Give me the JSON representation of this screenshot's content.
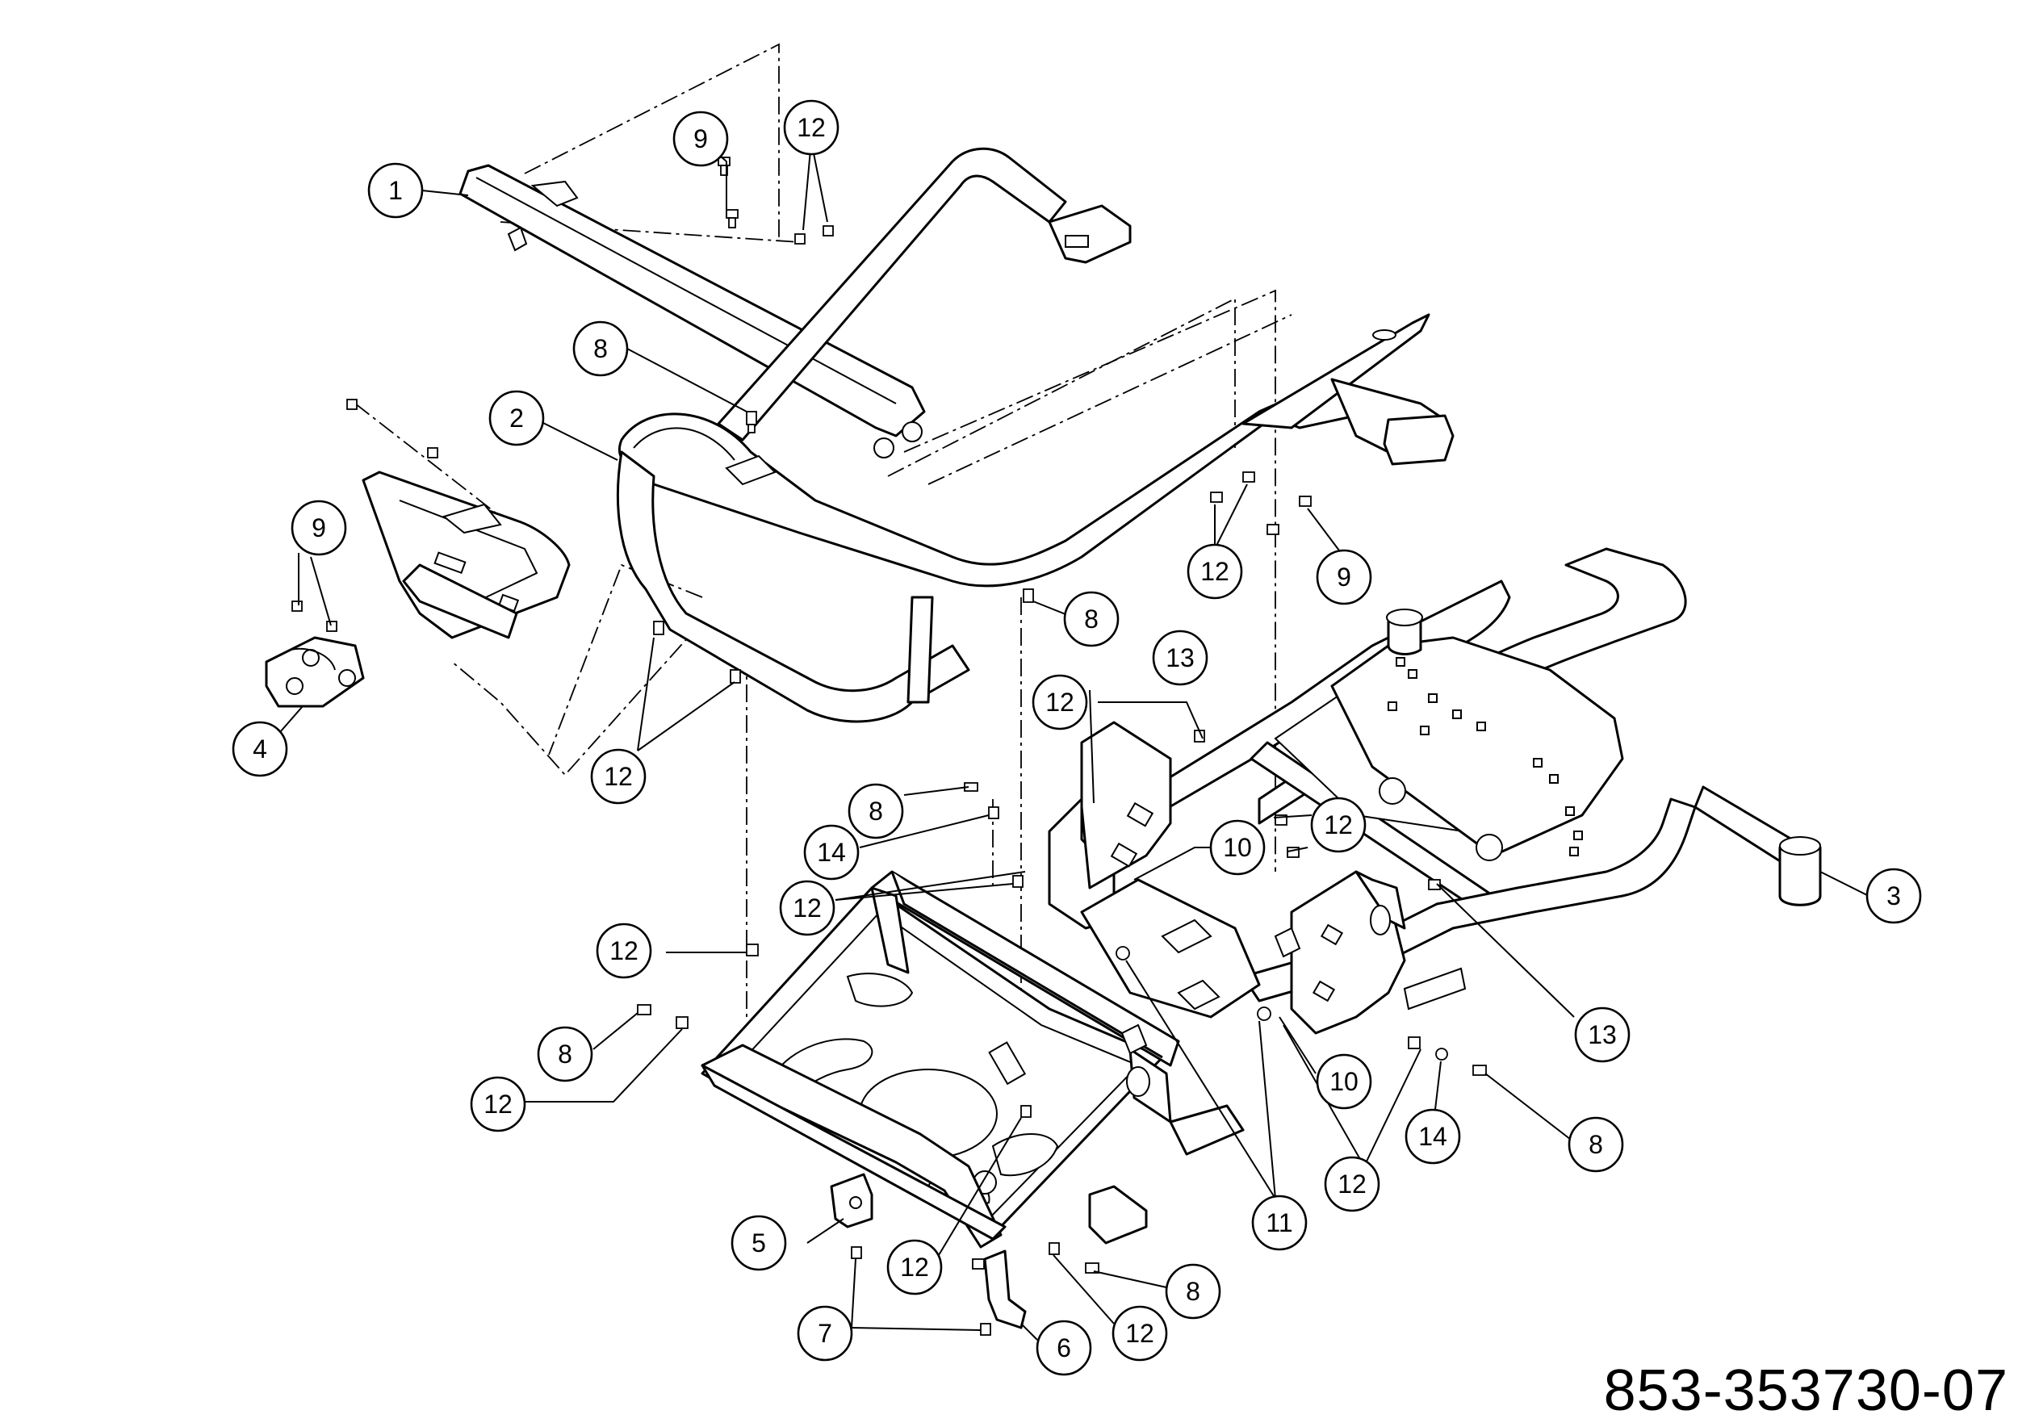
{
  "document": {
    "part_number": "853-353730-07"
  },
  "callouts": {
    "c1": "1",
    "c2": "2",
    "c3": "3",
    "c4": "4",
    "c5": "5",
    "c6": "6",
    "c7": "7",
    "c8": "8",
    "c9": "9",
    "c10": "10",
    "c11": "11",
    "c12": "12",
    "c13": "13",
    "c14": "14"
  },
  "colors": {
    "line": "#000000",
    "background": "#ffffff"
  }
}
